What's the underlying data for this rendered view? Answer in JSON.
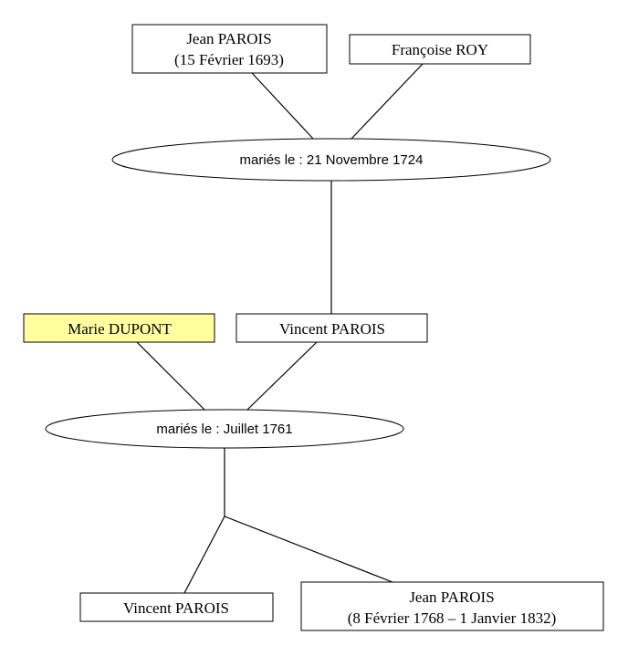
{
  "people": {
    "jean_parois_1693": {
      "name": "Jean PAROIS",
      "detail": "(15 Février 1693)"
    },
    "francoise_roy": {
      "name": "Françoise ROY"
    },
    "marie_dupont": {
      "name": "Marie DUPONT",
      "fill": "#ffffa0"
    },
    "vincent_parois_father": {
      "name": "Vincent PAROIS"
    },
    "vincent_parois_child": {
      "name": "Vincent PAROIS"
    },
    "jean_parois_1768": {
      "name": "Jean PAROIS",
      "detail": "(8 Février 1768 – 1 Janvier 1832)"
    }
  },
  "marriages": {
    "m1724": {
      "label": "mariés le : 21 Novembre 1724"
    },
    "m1761": {
      "label": "mariés le : Juillet 1761"
    }
  }
}
